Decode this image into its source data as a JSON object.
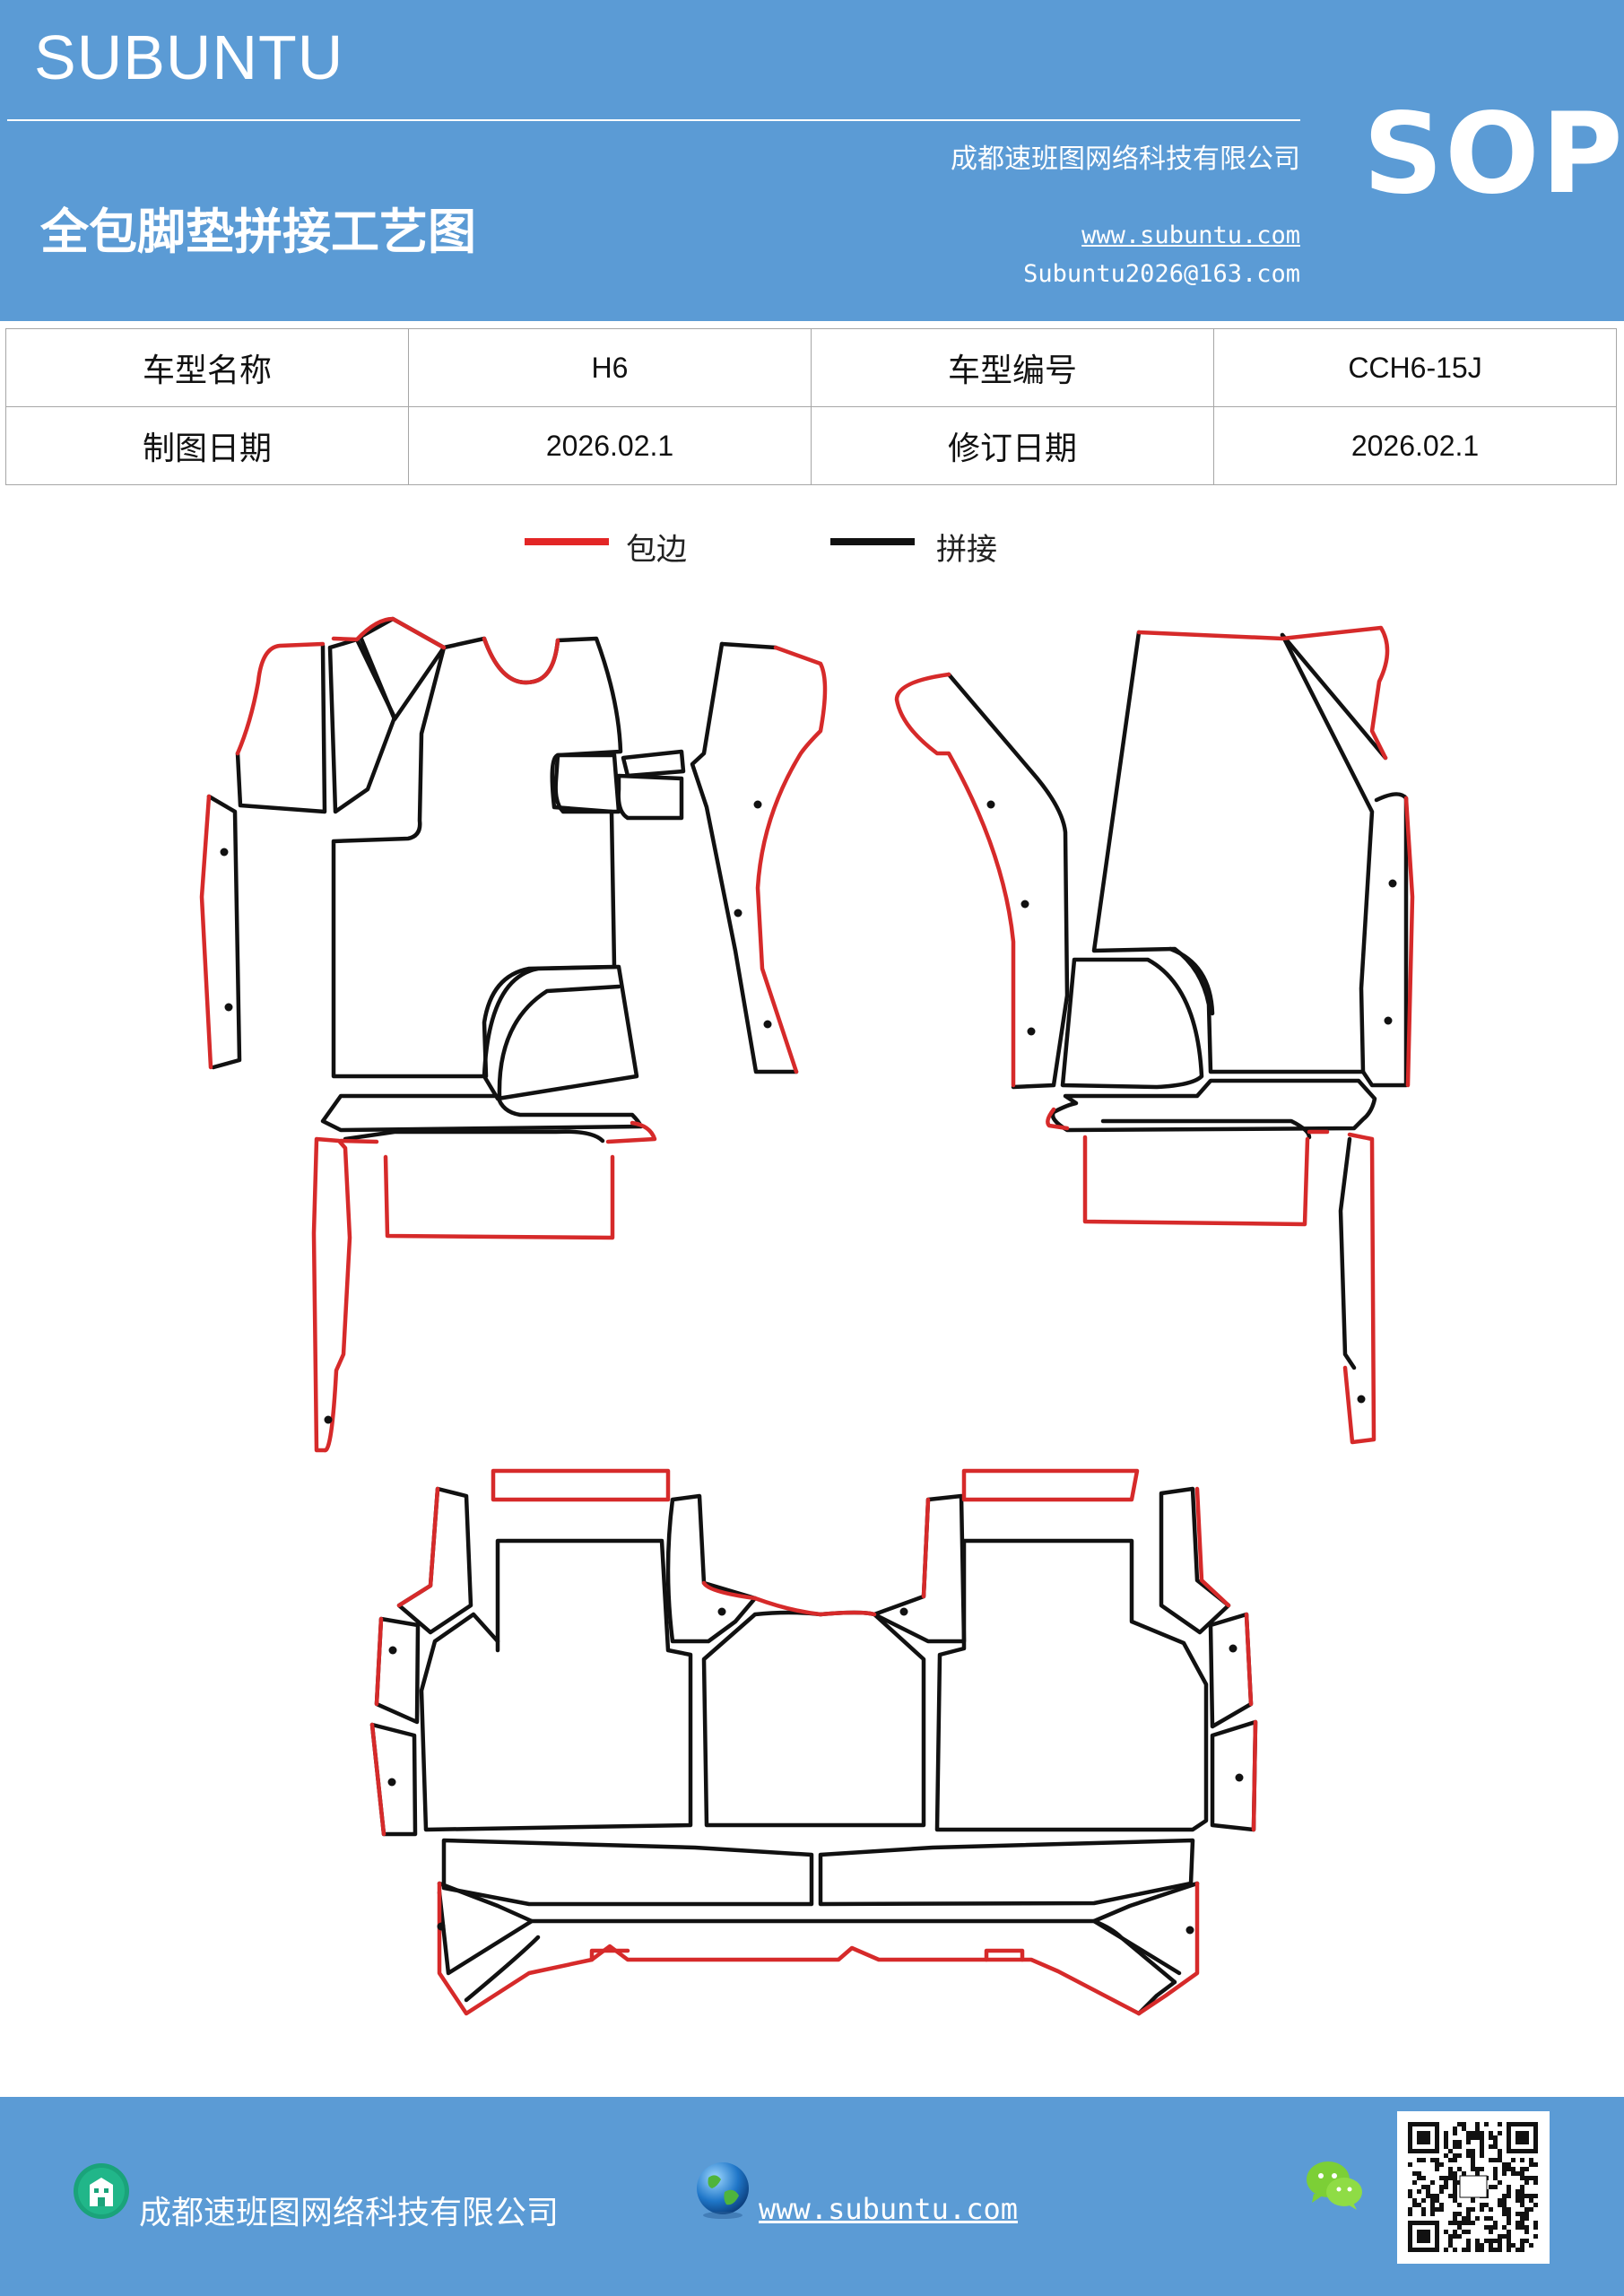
{
  "header": {
    "brand": "SUBUNTU",
    "company": "成都速班图网络科技有限公司",
    "title": "全包脚垫拼接工艺图",
    "badge": "SOP",
    "website": "www.subuntu.com",
    "email": "Subuntu2026@163.com",
    "background_color": "#5b9bd5"
  },
  "info_table": {
    "rows": [
      {
        "label_1": "车型名称",
        "value_1": "H6",
        "label_2": "车型编号",
        "value_2": "CCH6-15J"
      },
      {
        "label_1": "制图日期",
        "value_1": "2026.02.1",
        "label_2": "修订日期",
        "value_2": "2026.02.1"
      }
    ]
  },
  "legend": {
    "items": [
      {
        "label": "包边",
        "color": "#e32626"
      },
      {
        "label": "拼接",
        "color": "#111111"
      }
    ]
  },
  "diagram": {
    "edge_color": "#d62a2a",
    "seam_color": "#111111"
  },
  "footer": {
    "company": "成都速班图网络科技有限公司",
    "website": "www.subuntu.com",
    "icons": [
      "building-icon",
      "globe-icon",
      "wechat-icon",
      "qr-code"
    ]
  }
}
